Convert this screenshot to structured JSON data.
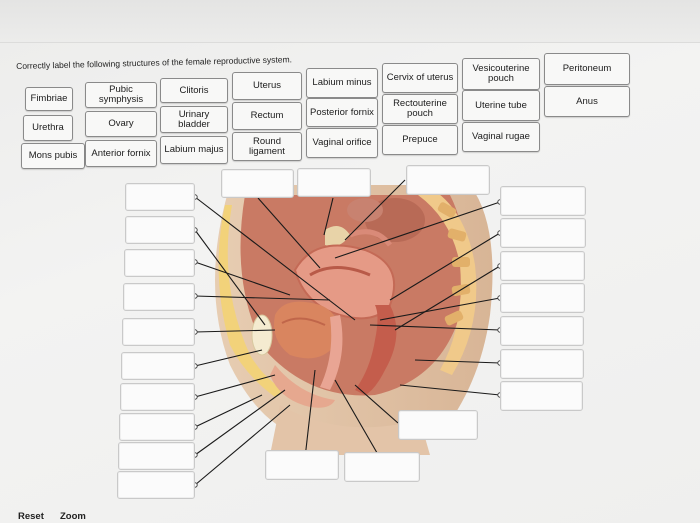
{
  "instruction": "Correctly label the following structures of the female reproductive system.",
  "labels": {
    "fimbriae": "Fimbriae",
    "pubic_symphysis": "Pubic symphysis",
    "clitoris": "Clitoris",
    "uterus": "Uterus",
    "labium_minus": "Labium minus",
    "cervix_of_uterus": "Cervix of uterus",
    "vesicouterine_pouch": "Vesicouterine pouch",
    "peritoneum": "Peritoneum",
    "urethra": "Urethra",
    "ovary": "Ovary",
    "urinary_bladder": "Urinary bladder",
    "rectum": "Rectum",
    "posterior_fornix": "Posterior fornix",
    "rectouterine_pouch": "Rectouterine pouch",
    "uterine_tube": "Uterine tube",
    "anus": "Anus",
    "mons_pubis": "Mons pubis",
    "anterior_fornix": "Anterior fornix",
    "labium_majus": "Labium majus",
    "round_ligament": "Round ligament",
    "vaginal_orifice": "Vaginal orifice",
    "prepuce": "Prepuce",
    "vaginal_rugae": "Vaginal rugae"
  },
  "footer": {
    "reset": "Reset",
    "zoom": "Zoom"
  },
  "colors": {
    "chip_border": "#8a8a8a",
    "slot_border": "#c9c9c9",
    "leader": "#1a1a1a"
  },
  "figure": {
    "icon": "female-pelvis-sagittal-section-illustration"
  }
}
